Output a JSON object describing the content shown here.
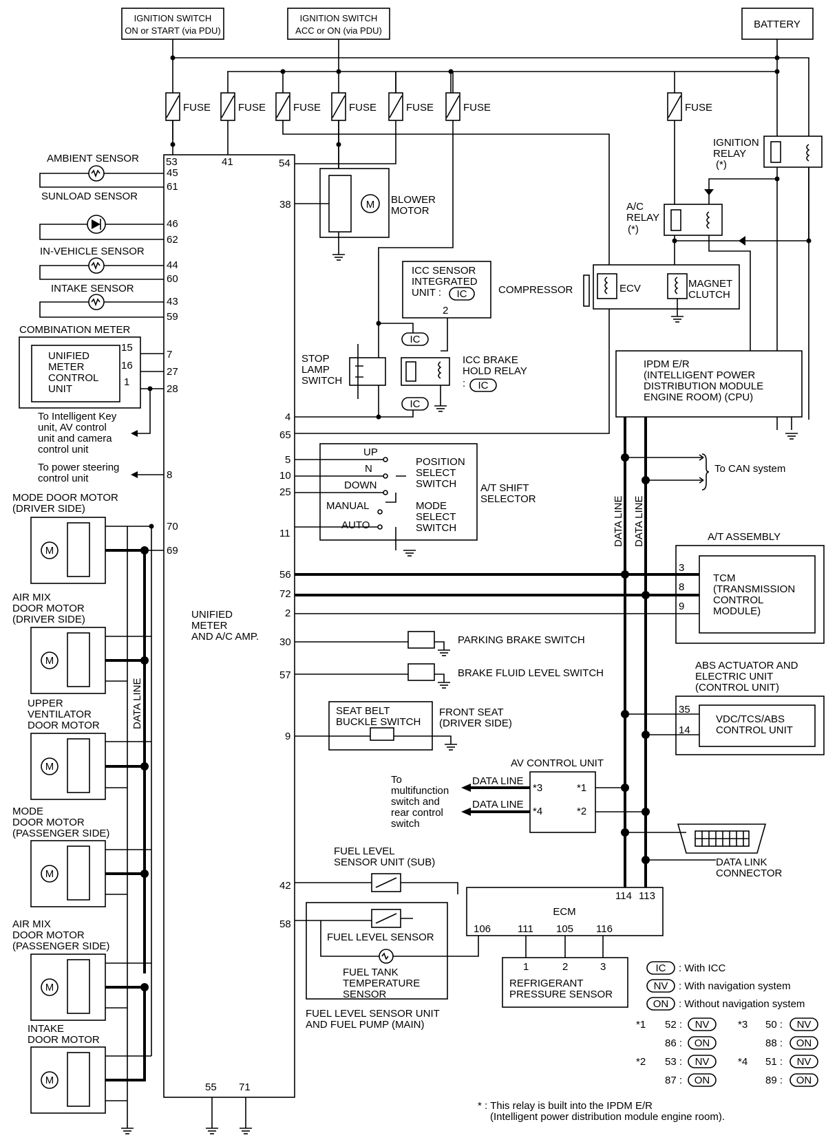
{
  "top": {
    "ign_on_start": [
      "IGNITION SWITCH",
      "ON or START (via PDU)"
    ],
    "ign_acc_on": [
      "IGNITION SWITCH",
      "ACC or ON (via PDU)"
    ],
    "battery": "BATTERY",
    "fuse": "FUSE",
    "ignition_relay": [
      "IGNITION",
      "RELAY",
      "(*)"
    ],
    "ac_relay": [
      "A/C",
      "RELAY",
      "(*)"
    ]
  },
  "sensors": {
    "ambient": "AMBIENT SENSOR",
    "sunload": "SUNLOAD SENSOR",
    "in_vehicle": "IN-VEHICLE SENSOR",
    "intake": "INTAKE SENSOR"
  },
  "combination_meter": {
    "title": "COMBINATION METER",
    "unit": [
      "UNIFIED",
      "METER",
      "CONTROL",
      "UNIT"
    ],
    "pins": [
      "15",
      "16",
      "1"
    ]
  },
  "notes": {
    "key_unit": [
      "To Intelligent Key",
      "unit, AV control",
      "unit and camera",
      "control unit"
    ],
    "power_steering": [
      "To power steering",
      "control unit"
    ],
    "to_can": "To CAN system",
    "to_multifunction": [
      "To",
      "multifunction",
      "switch and",
      "rear control",
      "switch"
    ],
    "relay_note": [
      "* : This relay is built into the IPDM E/R",
      "(Intelligent power distribution module engine room)."
    ]
  },
  "motors": {
    "mode_driver": [
      "MODE DOOR MOTOR",
      "(DRIVER SIDE)"
    ],
    "air_mix_driver": [
      "AIR MIX",
      "DOOR MOTOR",
      "(DRIVER SIDE)"
    ],
    "upper_vent": [
      "UPPER",
      "VENTILATOR",
      "DOOR MOTOR"
    ],
    "mode_pass": [
      "MODE",
      "DOOR MOTOR",
      "(PASSENGER SIDE)"
    ],
    "air_mix_pass": [
      "AIR MIX",
      "DOOR MOTOR",
      "(PASSENGER SIDE)"
    ],
    "intake_door": [
      "INTAKE",
      "DOOR MOTOR"
    ],
    "data_line": "DATA LINE",
    "m": "M"
  },
  "amp": {
    "label": [
      "UNIFIED",
      "METER",
      "AND A/C AMP."
    ],
    "left_pins": [
      "45",
      "61",
      "46",
      "62",
      "44",
      "60",
      "43",
      "59",
      "7",
      "27",
      "28",
      "8",
      "70",
      "69"
    ],
    "top_pins": [
      "53",
      "41",
      "54"
    ],
    "right_pins": [
      "38",
      "4",
      "65",
      "5",
      "10",
      "25",
      "11",
      "56",
      "72",
      "2",
      "30",
      "57",
      "9",
      "42",
      "58"
    ],
    "bottom_pins": [
      "55",
      "71"
    ]
  },
  "components": {
    "blower": [
      "BLOWER",
      "MOTOR"
    ],
    "icc_sensor": [
      "ICC SENSOR",
      "INTEGRATED",
      "UNIT :"
    ],
    "ic": "IC",
    "pin2": "2",
    "compressor": "COMPRESSOR",
    "ecv": "ECV",
    "magnet_clutch": [
      "MAGNET",
      "CLUTCH"
    ],
    "stop_lamp": [
      "STOP",
      "LAMP",
      "SWITCH"
    ],
    "icc_brake": [
      "ICC BRAKE",
      "HOLD RELAY",
      ":"
    ],
    "ipdm": [
      "IPDM E/R",
      "(INTELLIGENT POWER",
      "DISTRIBUTION MODULE",
      "ENGINE ROOM) (CPU)"
    ],
    "at_shift": {
      "up": "UP",
      "n": "N",
      "down": "DOWN",
      "manual": "MANUAL",
      "auto": "AUTO",
      "position_switch": [
        "POSITION",
        "SELECT",
        "SWITCH"
      ],
      "mode_switch": [
        "MODE",
        "SELECT",
        "SWITCH"
      ],
      "selector": [
        "A/T SHIFT",
        "SELECTOR"
      ]
    },
    "at_assembly": "A/T ASSEMBLY",
    "tcm": [
      "TCM",
      "(TRANSMISSION",
      "CONTROL",
      "MODULE)"
    ],
    "tcm_pins": [
      "3",
      "8",
      "9"
    ],
    "parking_brake": "PARKING BRAKE SWITCH",
    "brake_fluid": "BRAKE FLUID LEVEL SWITCH",
    "seat_belt": [
      "SEAT BELT",
      "BUCKLE SWITCH"
    ],
    "front_seat": [
      "FRONT SEAT",
      "(DRIVER SIDE)"
    ],
    "abs_title": [
      "ABS ACTUATOR AND",
      "ELECTRIC UNIT",
      "(CONTROL UNIT)"
    ],
    "vdc": [
      "VDC/TCS/ABS",
      "CONTROL UNIT"
    ],
    "abs_pins": [
      "35",
      "14"
    ],
    "av_unit": "AV CONTROL UNIT",
    "av_pins": [
      "*3",
      "*4",
      "*1",
      "*2"
    ],
    "data_line": "DATA LINE",
    "dlc": [
      "DATA LINK",
      "CONNECTOR"
    ],
    "fuel_sub": [
      "FUEL LEVEL",
      "SENSOR UNIT (SUB)"
    ],
    "fuel_sensor": "FUEL LEVEL SENSOR",
    "fuel_temp": [
      "FUEL TANK",
      "TEMPERATURE",
      "SENSOR"
    ],
    "fuel_main": [
      "FUEL LEVEL SENSOR UNIT",
      "AND FUEL PUMP (MAIN)"
    ],
    "ecm": "ECM",
    "ecm_pins": [
      "114",
      "113",
      "106",
      "111",
      "105",
      "116"
    ],
    "ref_sensor": [
      "REFRIGERANT",
      "PRESSURE SENSOR"
    ],
    "ref_pins": [
      "1",
      "2",
      "3"
    ]
  },
  "legend": {
    "ic": ": With ICC",
    "nv": ": With navigation system",
    "on": ": Without navigation system",
    "badge_ic": "IC",
    "badge_nv": "NV",
    "badge_on": "ON",
    "s1": "*1",
    "s2": "*2",
    "s3": "*3",
    "s4": "*4",
    "n52": "52 :",
    "n86": "86 :",
    "n53": "53 :",
    "n87": "87 :",
    "n50": "50 :",
    "n88": "88 :",
    "n51": "51 :",
    "n89": "89 :"
  }
}
